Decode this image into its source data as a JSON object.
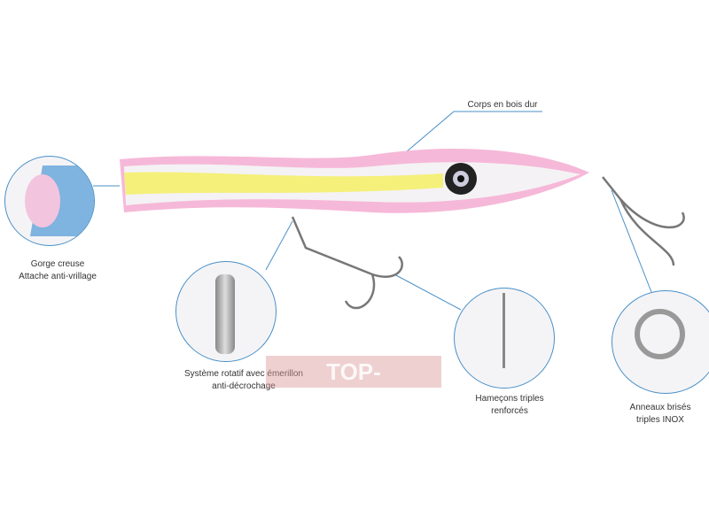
{
  "labels": {
    "body": "Corps en bois dur",
    "mouth_1": "Gorge creuse",
    "mouth_2": "Attache anti-vrillage",
    "swivel_1": "Système rotatif avec émerillon",
    "swivel_2": "anti-décrochage",
    "hooks_1": "Hameçons triples",
    "hooks_2": "renforcés",
    "rings_1": "Anneaux brisés",
    "rings_2": "triples INOX"
  },
  "watermark": "TOP-FISHING.FR",
  "colors": {
    "accent": "#4a90c8",
    "lure_pink": "#f6b8d8",
    "lure_yellow": "#f5f07a"
  }
}
